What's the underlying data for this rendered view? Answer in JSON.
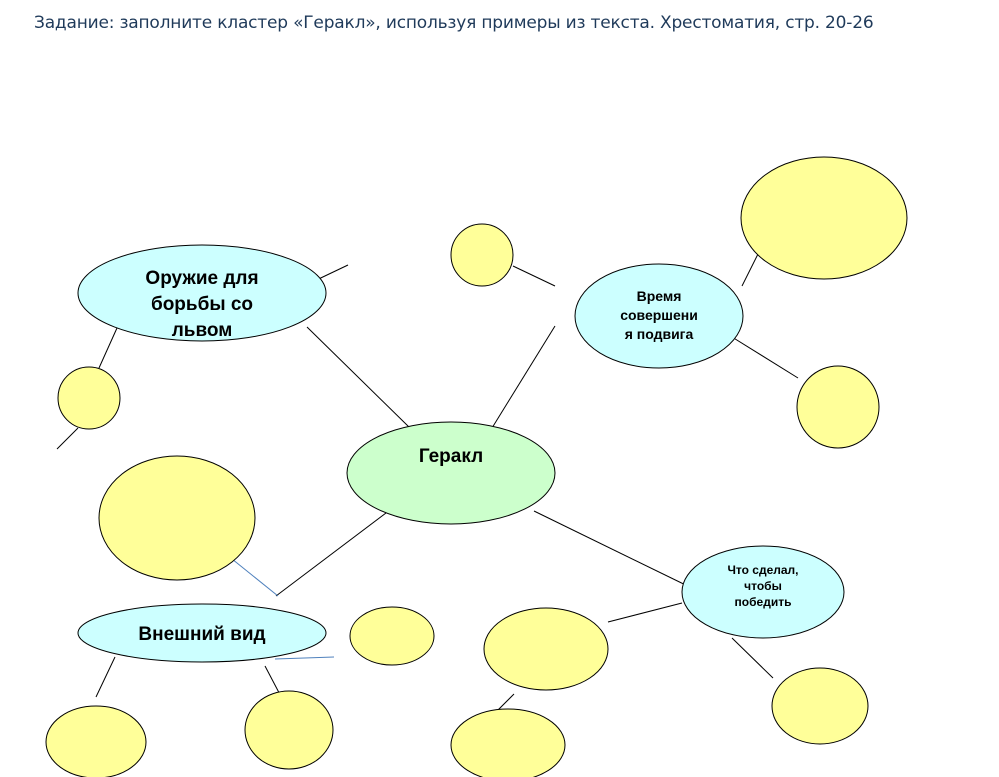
{
  "task": {
    "text": "Задание: заполните кластер «Геракл», используя примеры из текста. Хрестоматия, стр. 20-26"
  },
  "center": {
    "label": "Геракл"
  },
  "branches": {
    "weapon": [
      "Оружие для",
      "борьбы со",
      "львом"
    ],
    "time": [
      "Время",
      "совершени",
      "я подвига"
    ],
    "appearance": [
      "Внешний вид"
    ],
    "what_did": [
      "Что сделал,",
      "чтобы",
      "победить"
    ]
  },
  "colors": {
    "center_fill": "#ccffcc",
    "branch_fill": "#ccffff",
    "empty_fill": "#ffff99",
    "outline": "#000000",
    "connector": "#000000",
    "blue_connector": "#4f81bd",
    "task_text": "#1f3a5a"
  }
}
